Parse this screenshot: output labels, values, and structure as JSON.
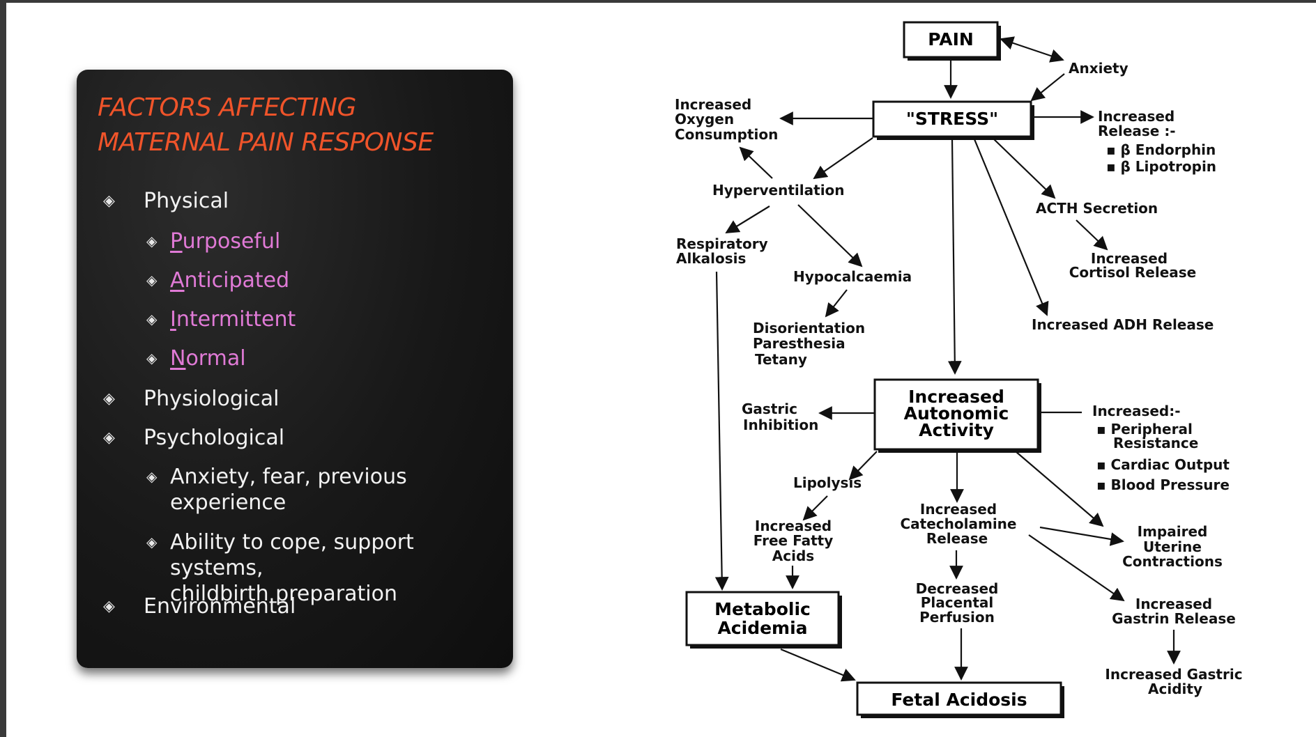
{
  "panel": {
    "title_line1": "FACTORS AFFECTING",
    "title_line2": "MATERNAL PAIN RESPONSE",
    "title_color": "#f0542a",
    "accent_color": "#e07ad6",
    "bullets": [
      {
        "text": "Physical"
      },
      {
        "first": "P",
        "rest": "urposeful"
      },
      {
        "first": "A",
        "rest": "nticipated"
      },
      {
        "first": "I",
        "rest": "ntermittent"
      },
      {
        "first": "N",
        "rest": "ormal"
      },
      {
        "text": "Physiological"
      },
      {
        "text": "Psychological"
      },
      {
        "line1": "Anxiety, fear, previous",
        "line2": "experience"
      },
      {
        "line1": "Ability to cope, support systems,",
        "line2": "childbirth preparation"
      },
      {
        "text": "Environmental"
      }
    ]
  },
  "diagram": {
    "pain": "PAIN",
    "anxiety": "Anxiety",
    "stress": "\"STRESS\"",
    "oxygen": [
      "Increased",
      "Oxygen",
      "Consumption"
    ],
    "release": [
      "Increased",
      "Release :-"
    ],
    "endorphin": "β Endorphin",
    "lipotropin": "β Lipotropin",
    "hyperventilation": "Hyperventilation",
    "acth": "ACTH Secretion",
    "resp_alk": [
      "Respiratory",
      "Alkalosis"
    ],
    "hypocalc": "Hypocalcaemia",
    "cortisol": [
      "Increased",
      "Cortisol Release"
    ],
    "disorient": [
      "Disorientation",
      "Paresthesia",
      "Tetany"
    ],
    "adh": "Increased ADH Release",
    "autonomic": [
      "Increased",
      "Autonomic",
      "Activity"
    ],
    "gastric_inhib": [
      "Gastric",
      "Inhibition"
    ],
    "increased_colon": "Increased:-",
    "peripheral": [
      "Peripheral",
      "Resistance"
    ],
    "cardiac": "Cardiac Output",
    "bp": "Blood Pressure",
    "lipolysis": "Lipolysis",
    "catechol": [
      "Increased",
      "Catecholamine",
      "Release"
    ],
    "impaired": [
      "Impaired",
      "Uterine",
      "Contractions"
    ],
    "ffa": [
      "Increased",
      "Free Fatty",
      "Acids"
    ],
    "decreased_plac": [
      "Decreased",
      "Placental",
      "Perfusion"
    ],
    "gastrin": [
      "Increased",
      "Gastrin Release"
    ],
    "metabolic": [
      "Metabolic",
      "Acidemia"
    ],
    "gastric_acid": [
      "Increased Gastric",
      "Acidity"
    ],
    "fetal": "Fetal Acidosis"
  }
}
